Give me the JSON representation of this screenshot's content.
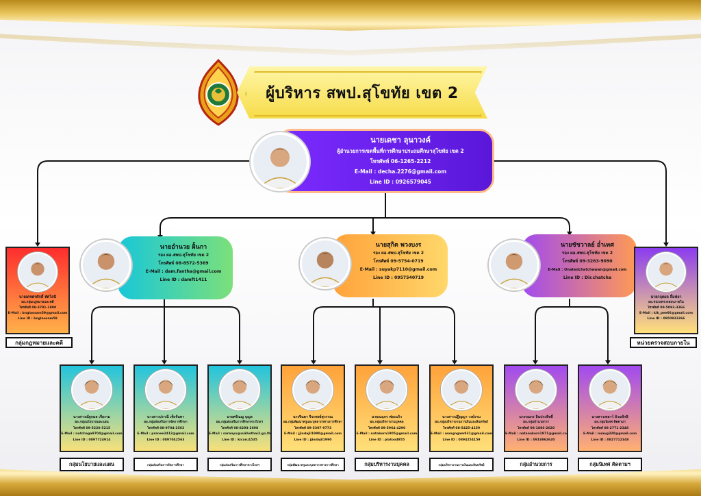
{
  "title": "ผู้บริหาร สพป.สุโขทัย เขต 2",
  "director": {
    "name": "นายเดชา  ลุนาวงค์",
    "position": "ผู้อำนวยการเขตพื้นที่การศึกษาประถมศึกษาสุโขทัย เขต 2",
    "phone": "โทรศัพท์ 06-1265-2212",
    "email": "E-Mail : decha.2276@gmail.com",
    "line": "Line ID : 0926579045"
  },
  "deputies": [
    {
      "name": "นายอำนวย  ฝั้นกา",
      "position": "รอง ผอ.สพป.สุโขทัย เขต 2",
      "phone": "โทรศัพท์ 08-8572-5369",
      "email": "E-Mail : dam.fantha@gmail.com",
      "line": "Line ID : damft1411",
      "color_from": "#18c7d9",
      "color_to": "#7be07a"
    },
    {
      "name": "นายสุกิต  พวงบงร",
      "position": "รอง ผอ.สพป.สุโขทัย เขต 2",
      "phone": "โทรศัพท์ 09-5754-0719",
      "email": "E-Mail : suyakp7110@gmail.com",
      "line": "Line ID : 0957540719",
      "color_from": "#ffa23a",
      "color_to": "#ffd76a"
    },
    {
      "name": "นายชัชวาลย์  อ่ำเทศ",
      "position": "รอง ผอ.สพป.สุโขทัย เขต 2",
      "phone": "โทรศัพท์ 09-3263-9090",
      "email": "E-Mail : Unatedchatchawan@gmail.com",
      "line": "Line ID : Dir.chatcha",
      "color_from": "#a14af0",
      "color_to": "#ff9a54"
    }
  ],
  "side_left": {
    "name": "นายเดชศรศักดิ์  ทัศโลนี",
    "position": "ผอ.กลุ่มกฎหมายและคดี",
    "phone": "โทรศัพท์ 08-3781-1890",
    "email": "E-Mail : bnglaosam59@gmail.com",
    "line": "Line ID : bnglaosam59",
    "label": "กลุ่มกฎหมายและคดี"
  },
  "side_right": {
    "name": "นายกฤตผล  ลิ้มฟยา",
    "position": "ผอ.หน่วยตรวจสอบภายใน",
    "phone": "โทรศัพท์ 09-5093-3366",
    "email": "E-Mail : kik_pee66@gmail.com",
    "line": "Line ID : 0950933366",
    "label": "หน่วยตรวจสอบภายใน"
  },
  "staff": [
    {
      "name": "นางสาวณัฐกมล  เจียงาม",
      "position": "ผอ.กลุ่มนโยบายและแผน",
      "phone": "โทรศัพท์ 09-5220-5215",
      "email": "E-Mail : nutchaga9704@gmail.com",
      "line": "Line ID : 0897724914",
      "label": "กลุ่มนโยบายและแผน",
      "color_from": "#22c4dd",
      "color_to": "#f7e07a"
    },
    {
      "name": "นางสาวปราณี  เพ็งจันทา",
      "position": "ผอ.กลุ่มส่งเสริมการจัดการศึกษา",
      "phone": "โทรศัพท์ 08-9704-2563",
      "email": "E-Mail : pranee2412@gmail.com",
      "line": "Line ID : 0897042563",
      "label": "กลุ่มส่งเสริมการจัดการศึกษา",
      "color_from": "#22c4dd",
      "color_to": "#f7e07a"
    },
    {
      "name": "นายศรัณญู  บุญล",
      "position": "ผอ.กลุ่มส่งเสริมการศึกษาทางไกลฯ",
      "phone": "โทรศัพท์ 08-8293-2698",
      "email": "E-Mail : saranyu@sukhothai2.go.th",
      "line": "Line ID : kicaru1535",
      "label": "กลุ่มส่งเสริมการศึกษาทางไกลฯ",
      "color_from": "#22c4dd",
      "color_to": "#f7e07a"
    },
    {
      "name": "นางจินตา  จิระพงษ์สุวรรณ",
      "position": "ผอ.กลุ่มพัฒนาครูและบุคลากรทางการศึกษา",
      "phone": "โทรศัพท์ 09-5307-9773",
      "email": "E-Mail : jjindajil1990@gmail.com",
      "line": "Line ID : jjindajil1990",
      "label": "กลุ่มพัฒนาครูและบุคลากรทางการศึกษา",
      "color_from": "#ffa23a",
      "color_to": "#ffe07a"
    },
    {
      "name": "นายณฤภร  ฟองแก้ว",
      "position": "ผอ.กลุ่มบริหารงานบุคคล",
      "phone": "โทรศัพท์ 09-5964-4290",
      "email": "E-Mail : nataborn1905@gmail.com",
      "line": "Line ID : platoo4955",
      "label": "กลุ่มบริหารงานบุคคล",
      "color_from": "#ffa23a",
      "color_to": "#ffe07a"
    },
    {
      "name": "นางสาวปฏิญญา  วงษ์งาม",
      "position": "ผอ.กลุ่มบริหารงานการเงินและสินทรัพย์",
      "phone": "โทรศัพท์ 08-5425-4159",
      "email": "E-Mail : wongngam931@gmail.com",
      "line": "Line ID : 0894254159",
      "label": "กลุ่มบริหารงานการเงินและสินทรัพย์",
      "color_from": "#ffa23a",
      "color_to": "#ffe07a"
    },
    {
      "name": "นางรณกร  อินประสิทธิ์",
      "position": "ผอ.กลุ่มอำนวยการ",
      "phone": "โทรศัพท์ 08-1886-2620",
      "email": "E-Mail : natanakorn1971@gmail.com",
      "line": "Line ID : 0918862620",
      "label": "กลุ่มอำนวยการ",
      "color_from": "#a14af0",
      "color_to": "#ffb070"
    },
    {
      "name": "นางสาวเพยาว์  อ้วนทักษิ",
      "position": "ผอ.กลุ่มนิเทศ ติดตามฯ",
      "phone": "โทรศัพท์ 08-2771-2348",
      "email": "E-Mail : nuaug320@gmail.com",
      "line": "Line ID : 0827712348",
      "label": "กลุ่มนิเทศ ติดตามฯ",
      "color_from": "#a14af0",
      "color_to": "#ffb070"
    }
  ],
  "colors": {
    "director_card": "#6a22ee",
    "side_left": "#ff3c3c",
    "side_right": "#8b3cf0",
    "title_banner": "#f6dc48"
  },
  "icons": {
    "seal": "sukhothai-seal-emblem",
    "avatar": "person-portrait"
  }
}
